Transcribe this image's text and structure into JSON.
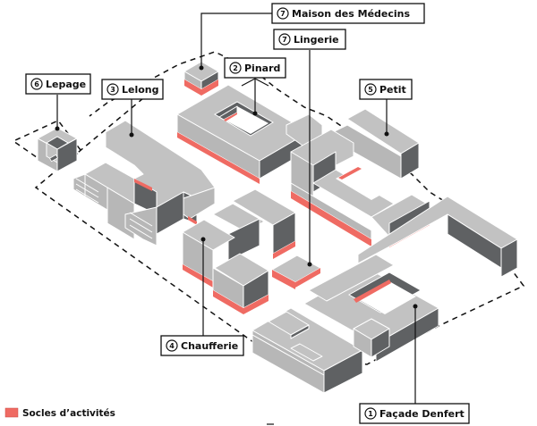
{
  "diagram": {
    "title": "",
    "colors": {
      "roof": "#c2c2c2",
      "wall_light": "#b7b7b7",
      "wall_dark": "#5f6163",
      "socle": "#ef6b63",
      "ink": "#111111"
    },
    "labels": [
      {
        "id": "maison-des-medecins",
        "number": "7",
        "name": "Maison des Médecins"
      },
      {
        "id": "lingerie",
        "number": "7",
        "name": "Lingerie"
      },
      {
        "id": "pinard",
        "number": "2",
        "name": "Pinard"
      },
      {
        "id": "lepage",
        "number": "6",
        "name": "Lepage"
      },
      {
        "id": "lelong",
        "number": "3",
        "name": "Lelong"
      },
      {
        "id": "petit",
        "number": "5",
        "name": "Petit"
      },
      {
        "id": "chaufferie",
        "number": "4",
        "name": "Chaufferie"
      },
      {
        "id": "facade-denfert",
        "number": "1",
        "name": "Façade Denfert"
      }
    ],
    "legend": [
      {
        "label": "Socles d’activités",
        "color": "#ef6b63"
      }
    ]
  }
}
